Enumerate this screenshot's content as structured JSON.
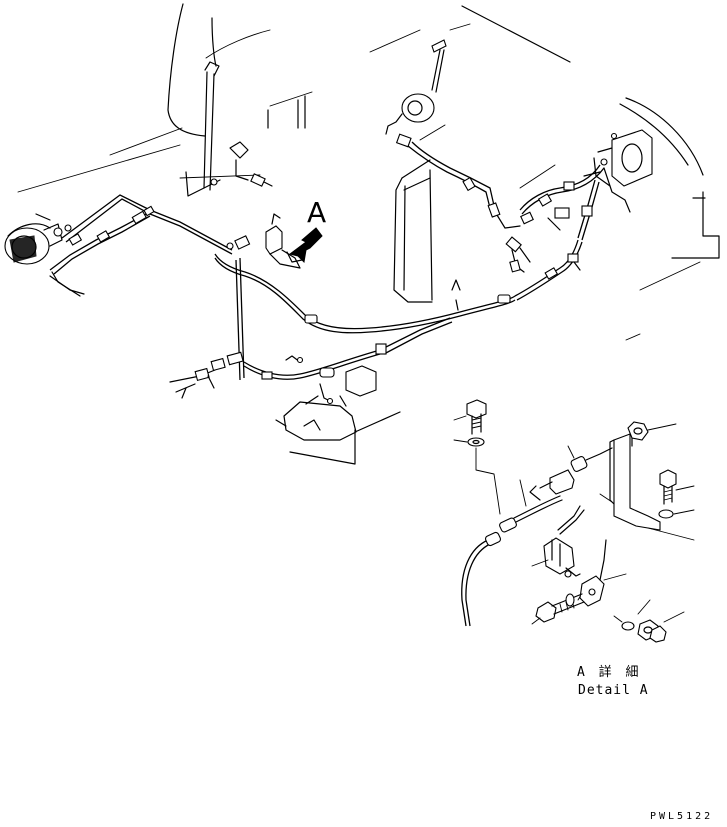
{
  "callout_letter": "A",
  "detail": {
    "title_jp": "A 詳 細",
    "title_en": "Detail A"
  },
  "drawing_code": "PWL5122"
}
